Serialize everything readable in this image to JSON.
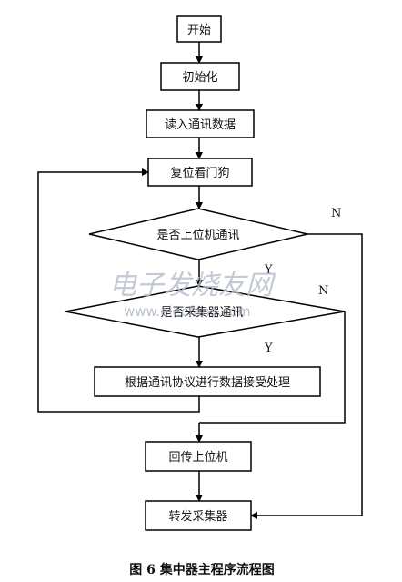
{
  "flowchart": {
    "steps": {
      "start": "开始",
      "init": "初始化",
      "read": "读入通讯数据",
      "reset": "复位看门狗",
      "check_host": "是否上位机通讯",
      "check_collector": "是否采集器通讯",
      "process": "根据通讯协议进行数据接受处理",
      "return_host": "回传上位机",
      "forward": "转发采集器"
    },
    "branch_labels": {
      "host_no": "N",
      "host_yes": "Y",
      "collector_no": "N",
      "collector_yes": "Y"
    }
  },
  "watermark": {
    "title": "电子发烧友网",
    "url": "www.elecfans.com"
  },
  "caption": "图 6  集中器主程序流程图",
  "colors": {
    "stroke": "#000000",
    "watermark": "#b9c1cf"
  }
}
